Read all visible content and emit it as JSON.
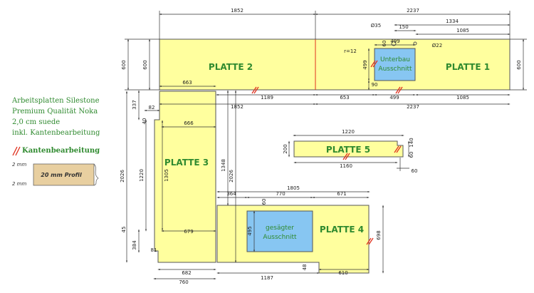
{
  "legend": {
    "lines": [
      "Arbeitsplatten Silestone",
      "Premium Qualität Noka",
      "2,0 cm suede",
      "inkl. Kantenbearbeitung"
    ],
    "edge_label": "Kantenbearbeitung",
    "profile_label": "20 mm Profil",
    "profile_top": "2 mm",
    "profile_bottom": "2 mm"
  },
  "plates": {
    "p1": "PLATTE 1",
    "p2": "PLATTE 2",
    "p3": "PLATTE 3",
    "p4": "PLATTE 4",
    "p5": "PLATTE 5"
  },
  "cutouts": {
    "unterbau_1": "Unterbau",
    "unterbau_2": "Ausschnitt",
    "gesaegt_1": "gesägter",
    "gesaegt_2": "Ausschnitt"
  },
  "dims": {
    "top_1852": "1852",
    "top_2237": "2237",
    "d35": "Ø35",
    "d150": "150",
    "d1334": "1334",
    "d1085_top": "1085",
    "d60_holes": "60",
    "d22": "Ø22",
    "r12": "r=12",
    "d499_upper": "499",
    "d499_side": "499",
    "d90": "90",
    "left_600": "600",
    "left_600b": "600",
    "right_600": "600",
    "d663": "663",
    "d1189": "1189",
    "d653": "653",
    "d499_lower": "499",
    "d1085_lower": "1085",
    "d1852_lower": "1852",
    "d2237_lower": "2237",
    "d337": "337",
    "d82": "82",
    "d40": "40",
    "d666": "666",
    "d1348": "1348",
    "d2026_left": "2026",
    "d1220_side": "1220",
    "d1305": "1305",
    "d2026_mid": "2026",
    "d45": "45",
    "d384": "384",
    "d679": "679",
    "d81": "81",
    "d682": "682",
    "d760": "760",
    "d364": "364",
    "d1805": "1805",
    "d770": "770",
    "d671": "671",
    "d60_p4": "60",
    "d495": "495",
    "d698": "698",
    "d1187": "1187",
    "d48": "48",
    "d610": "610",
    "d1220_p5": "1220",
    "d1160": "1160",
    "d200": "200",
    "d140": "140",
    "d60_p5a": "60",
    "d60_p5b": "60"
  },
  "colors": {
    "plate_fill": "#ffff9e",
    "cutout_fill": "#87c6f2",
    "line": "#555555",
    "label_green": "#2f8a2f",
    "edge_red": "#e0301e",
    "wood": "#e8cfa0"
  }
}
